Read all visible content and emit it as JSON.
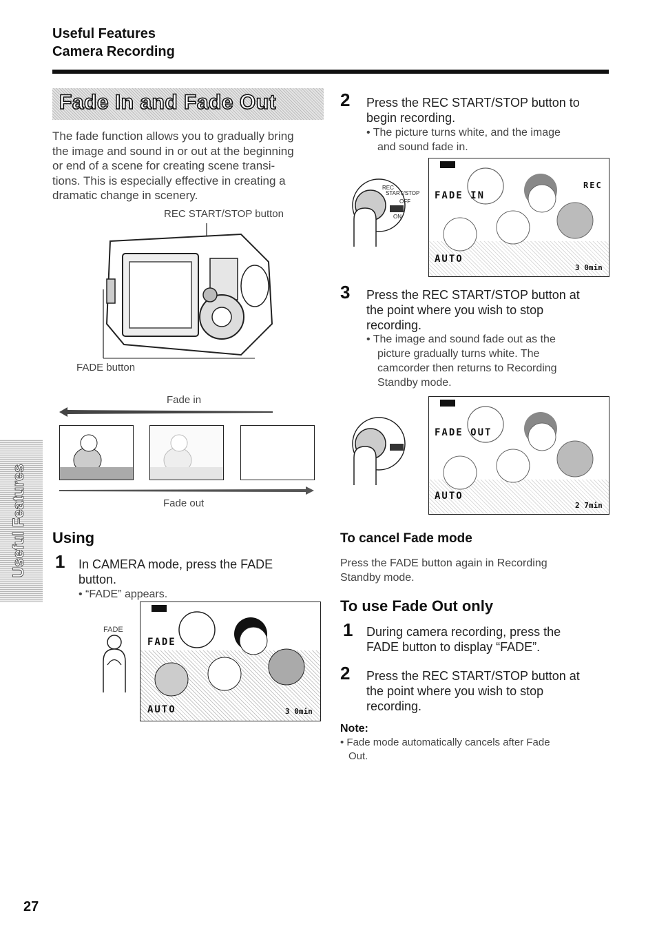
{
  "header": {
    "line1": "Useful Features",
    "line2": "Camera Recording"
  },
  "title": "Fade In and Fade Out",
  "intro": [
    "The fade function allows you to gradually bring",
    "the image and sound in or out at the beginning",
    "or end of a scene for creating scene transi-",
    "tions. This is especially effective in creating a",
    "dramatic change in scenery."
  ],
  "labels": {
    "rec_button": "REC START/STOP button",
    "fade_button": "FADE button",
    "fade_in": "Fade in",
    "fade_out": "Fade out",
    "fade_small": "FADE"
  },
  "using": {
    "heading": "Using",
    "step1": {
      "num": "1",
      "lines": [
        "In CAMERA mode, press the FADE",
        "button."
      ],
      "bullet": "• “FADE” appears."
    }
  },
  "right": {
    "step2": {
      "num": "2",
      "lines": [
        "Press the REC START/STOP button to",
        "begin recording."
      ],
      "bullets": [
        "• The picture turns white, and the image",
        "and sound fade in."
      ]
    },
    "step3": {
      "num": "3",
      "lines": [
        "Press the REC START/STOP button at",
        "the point where you wish to stop",
        "recording."
      ],
      "bullets": [
        "• The image and sound fade out as the",
        "picture gradually turns white. The",
        "camcorder then returns to Recording",
        "Standby mode."
      ]
    }
  },
  "lcd": {
    "a": {
      "fade": "FADE",
      "auto": "AUTO",
      "time": "3 0min"
    },
    "b": {
      "fade": "FADE IN",
      "rec": "REC",
      "auto": "AUTO",
      "time": "3 0min"
    },
    "c": {
      "fade": "FADE OUT",
      "auto": "AUTO",
      "time": "2 7min"
    }
  },
  "switch": {
    "rec": "REC",
    "startstop": "START/STOP",
    "off": "OFF",
    "on": "ON"
  },
  "cancel": {
    "heading": "To cancel Fade mode",
    "lines": [
      "Press the FADE button again in Recording",
      "Standby mode."
    ]
  },
  "fadeout_only": {
    "heading": "To use Fade Out only",
    "step1": {
      "num": "1",
      "lines": [
        "During camera recording, press the",
        "FADE button to display “FADE”."
      ]
    },
    "step2": {
      "num": "2",
      "lines": [
        "Press the REC START/STOP button at",
        "the point where you wish to stop",
        "recording."
      ]
    }
  },
  "note": {
    "heading": "Note:",
    "lines": [
      "• Fade mode automatically cancels after Fade",
      "Out."
    ]
  },
  "side_tab": "Useful Features",
  "page_number": "27"
}
